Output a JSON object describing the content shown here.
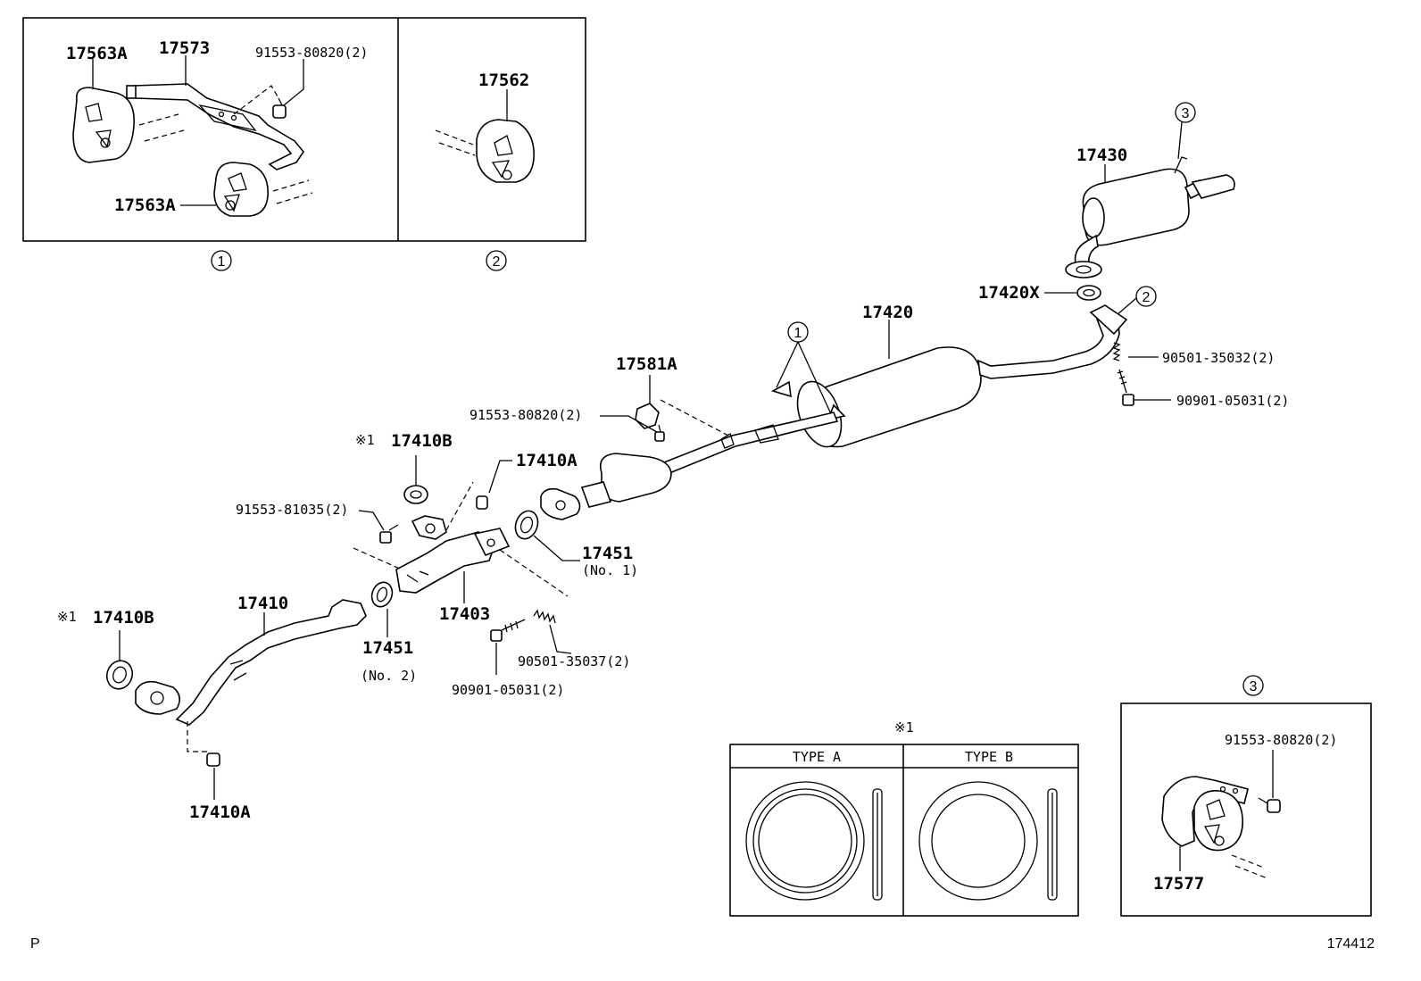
{
  "inset1": {
    "circle_num": "1",
    "labels": {
      "p17563A_top": "17563A",
      "p17573": "17573",
      "p91553_80820": "91553-80820(2)",
      "p17563A_bot": "17563A"
    }
  },
  "inset2": {
    "circle_num": "2",
    "labels": {
      "p17562": "17562"
    }
  },
  "inset3": {
    "circle_num": "3",
    "labels": {
      "p91553_80820": "91553-80820(2)",
      "p17577": "17577"
    }
  },
  "gasket_types": {
    "mark": "※1",
    "type_a": "TYPE A",
    "type_b": "TYPE B"
  },
  "main": {
    "p17430": "17430",
    "callout3": "3",
    "p17420X": "17420X",
    "callout2": "2",
    "p17420": "17420",
    "callout1": "1",
    "p90501_35032": "90501-35032(2)",
    "p90901_05031_r": "90901-05031(2)",
    "p17581A": "17581A",
    "p91553_80820": "91553-80820(2)",
    "mark1_top": "※1",
    "p17410B_top": "17410B",
    "p17410A_mid": "17410A",
    "p91553_81035": "91553-81035(2)",
    "p17451_no1": "17451",
    "p17451_no1_sub": "(No. 1)",
    "p17403": "17403",
    "p17410": "17410",
    "mark1_left": "※1",
    "p17410B_left": "17410B",
    "p17451_no2": "17451",
    "p17451_no2_sub": "(No. 2)",
    "p90501_35037": "90501-35037(2)",
    "p90901_05031_c": "90901-05031(2)",
    "p17410A_bot": "17410A"
  },
  "footer": {
    "left_code": "P",
    "figure_number": "174412"
  }
}
